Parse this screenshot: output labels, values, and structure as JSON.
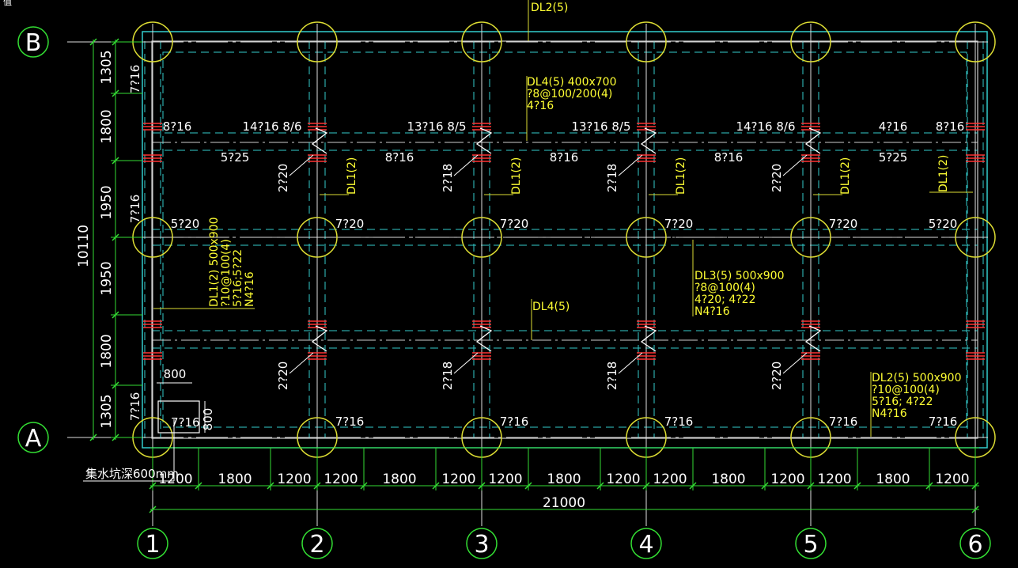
{
  "corner_mark": "值",
  "axes": {
    "horizontal": [
      "1",
      "2",
      "3",
      "4",
      "5",
      "6"
    ],
    "vertical": [
      "B",
      "A"
    ]
  },
  "dimensions": {
    "bottom_segments": [
      "1200",
      "1800",
      "1200",
      "1200",
      "1800",
      "1200",
      "1200",
      "1800",
      "1200",
      "1200",
      "1800",
      "1200",
      "1200",
      "1800",
      "1200"
    ],
    "bottom_total": "21000",
    "left_segments": [
      "1305",
      "1800",
      "1950",
      "1950",
      "1800",
      "1305"
    ],
    "left_total": "10110",
    "pit_width": "800",
    "pit_height": "800"
  },
  "labels": {
    "dl2_top": "DL2(5)",
    "dl4_top": [
      "DL4(5) 400x700",
      "?8@100/200(4)",
      "4?16"
    ],
    "dl1_left": [
      "DL1(2) 500x900",
      "?10@100(4)",
      "5?16;5?22",
      "N4?16"
    ],
    "dl3": [
      "DL3(5) 500x900",
      "?8@100(4)",
      "4?20; 4?22",
      "N4?16"
    ],
    "dl2_bottom": [
      "DL2(5) 500x900",
      "?10@100(4)",
      "5?16; 4?22",
      "N4?16"
    ],
    "dl4_mid": "DL4(5)",
    "dl1": "DL1(2)",
    "pit_note": "集水坑深600mm",
    "pit_bar": "7?16"
  },
  "rebar": {
    "top_row": [
      "8?16",
      "14?16 8/6",
      "13?16 8/5",
      "13?16 8/5",
      "14?16 8/6",
      "4?16",
      "8?16"
    ],
    "second_row": [
      "5?25",
      "8?16",
      "8?16",
      "8?16",
      "5?25"
    ],
    "mid_row": [
      "5?20",
      "7?20",
      "7?20",
      "7?20",
      "7?20",
      "5?20"
    ],
    "bottom_row": [
      "7?16",
      "7?16",
      "7?16",
      "7?16",
      "7?16"
    ],
    "left_side": [
      "7?16",
      "7?16",
      "7?16"
    ],
    "vertical_upper": [
      "2?20",
      "2?18",
      "2?18",
      "2?20"
    ],
    "vertical_lower": [
      "2?20",
      "2?18",
      "2?18",
      "2?20"
    ]
  }
}
